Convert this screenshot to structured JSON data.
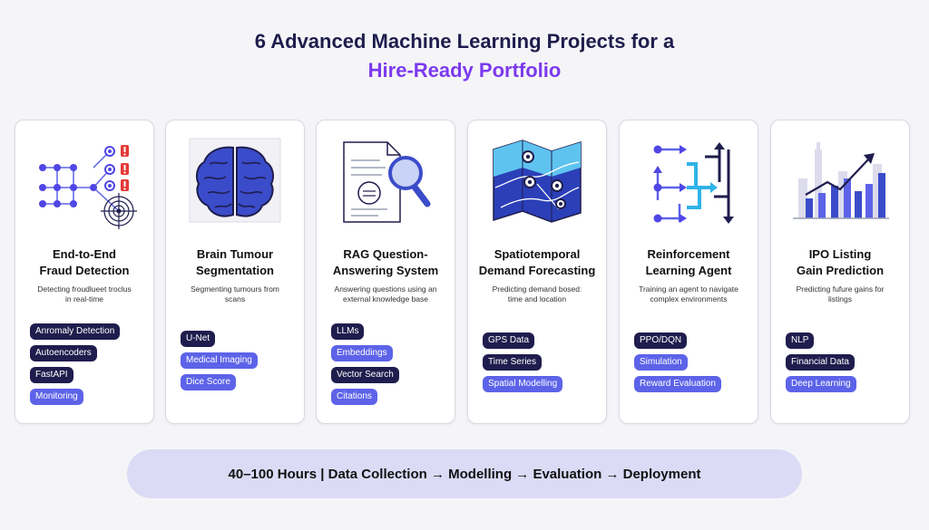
{
  "title": {
    "line1": "6 Advanced Machine Learning Projects for a",
    "line2": "Hire-Ready Portfolio"
  },
  "colors": {
    "dark": "#1f1d4d",
    "accent": "#7c3aed",
    "blue": "#5d63e8",
    "alert": "#e53935"
  },
  "cards": [
    {
      "icon": "fraud-network-target-icon",
      "title": [
        "End-to-End",
        "Fraud Detection"
      ],
      "desc": [
        "Detecting froudlueet troclus",
        "in real-time"
      ],
      "tags": [
        {
          "label": "Anromaly Detection",
          "style": "dark"
        },
        {
          "label": "Autoencoders",
          "style": "dark"
        },
        {
          "label": "FastAPI",
          "style": "dark"
        },
        {
          "label": "Monitoring",
          "style": "blue"
        }
      ]
    },
    {
      "icon": "brain-icon",
      "title": [
        "Brain Tumour",
        "Segmentation"
      ],
      "desc": [
        "Segmenting tumours from",
        "scans"
      ],
      "tags": [
        {
          "label": "U-Net",
          "style": "dark"
        },
        {
          "label": "Medical Imaging",
          "style": "blue"
        },
        {
          "label": "Dice Score",
          "style": "blue"
        }
      ]
    },
    {
      "icon": "document-magnifier-icon",
      "title": [
        "RAG Question-",
        "Answering System"
      ],
      "desc": [
        "Answering questions using an",
        "external knowledge base"
      ],
      "tags": [
        {
          "label": "LLMs",
          "style": "dark"
        },
        {
          "label": "Embeddings",
          "style": "blue"
        },
        {
          "label": "Vector Search",
          "style": "dark"
        },
        {
          "label": "Citations",
          "style": "blue"
        }
      ]
    },
    {
      "icon": "map-pins-icon",
      "title": [
        "Spatiotemporal",
        "Demand Forecasting"
      ],
      "desc": [
        "Predicting demand bosedː",
        "time and location"
      ],
      "tags": [
        {
          "label": "GPS Data",
          "style": "dark"
        },
        {
          "label": "Time Series",
          "style": "dark"
        },
        {
          "label": "Spatial Modelling",
          "style": "blue"
        }
      ]
    },
    {
      "icon": "agent-arrows-icon",
      "title": [
        "Reinforcement",
        "Learning Agent"
      ],
      "desc": [
        "Training an agent to navigate",
        "complex environments"
      ],
      "tags": [
        {
          "label": "PPO/DQN",
          "style": "dark"
        },
        {
          "label": "Simulation",
          "style": "blue"
        },
        {
          "label": "Reward Evaluation",
          "style": "blue"
        }
      ]
    },
    {
      "icon": "growth-bar-chart-icon",
      "title": [
        "IPO Listing",
        "Gain Prediction"
      ],
      "desc": [
        "Predicting fufure gains for",
        "listings"
      ],
      "tags": [
        {
          "label": "NLP",
          "style": "dark"
        },
        {
          "label": "Financial Data",
          "style": "dark"
        },
        {
          "label": "Deep Learning",
          "style": "blue"
        }
      ]
    }
  ],
  "footer": {
    "text": "40–100 Hours | Data Collection → Modelling → Evaluation → Deployment"
  }
}
